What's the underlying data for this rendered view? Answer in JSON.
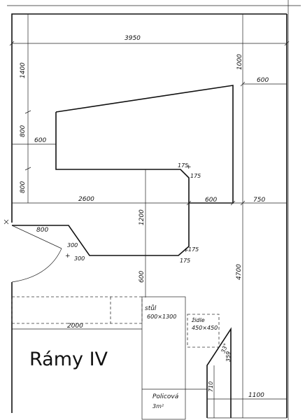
{
  "title": "Rámy IV",
  "dimensions": {
    "total_width": "3950",
    "left_1400": "1400",
    "left_800_upper": "800",
    "left_800_lower": "800",
    "inner_600": "600",
    "mid_2600": "2600",
    "mid_600": "600",
    "right_750": "750",
    "right_1000": "1000",
    "right_600_top": "600",
    "height_1200": "1200",
    "height_600_lower": "600",
    "height_4700": "4700",
    "door_800": "800",
    "chamfer_175_a": "175",
    "chamfer_175_b": "175",
    "chamfer_175_c": "175",
    "chamfer_175_d": "175",
    "chamfer_300_a": "300",
    "chamfer_300_b": "300",
    "bottom_2000": "2000",
    "bottom_1100": "1100",
    "dim_710": "710",
    "dim_359": "359",
    "angle_33": "33°"
  },
  "labels": {
    "table": "stůl",
    "table_size": "600×1300",
    "chair": "židle",
    "chair_size": "450×450",
    "shelf": "Policová",
    "shelf_area": "3m²"
  }
}
